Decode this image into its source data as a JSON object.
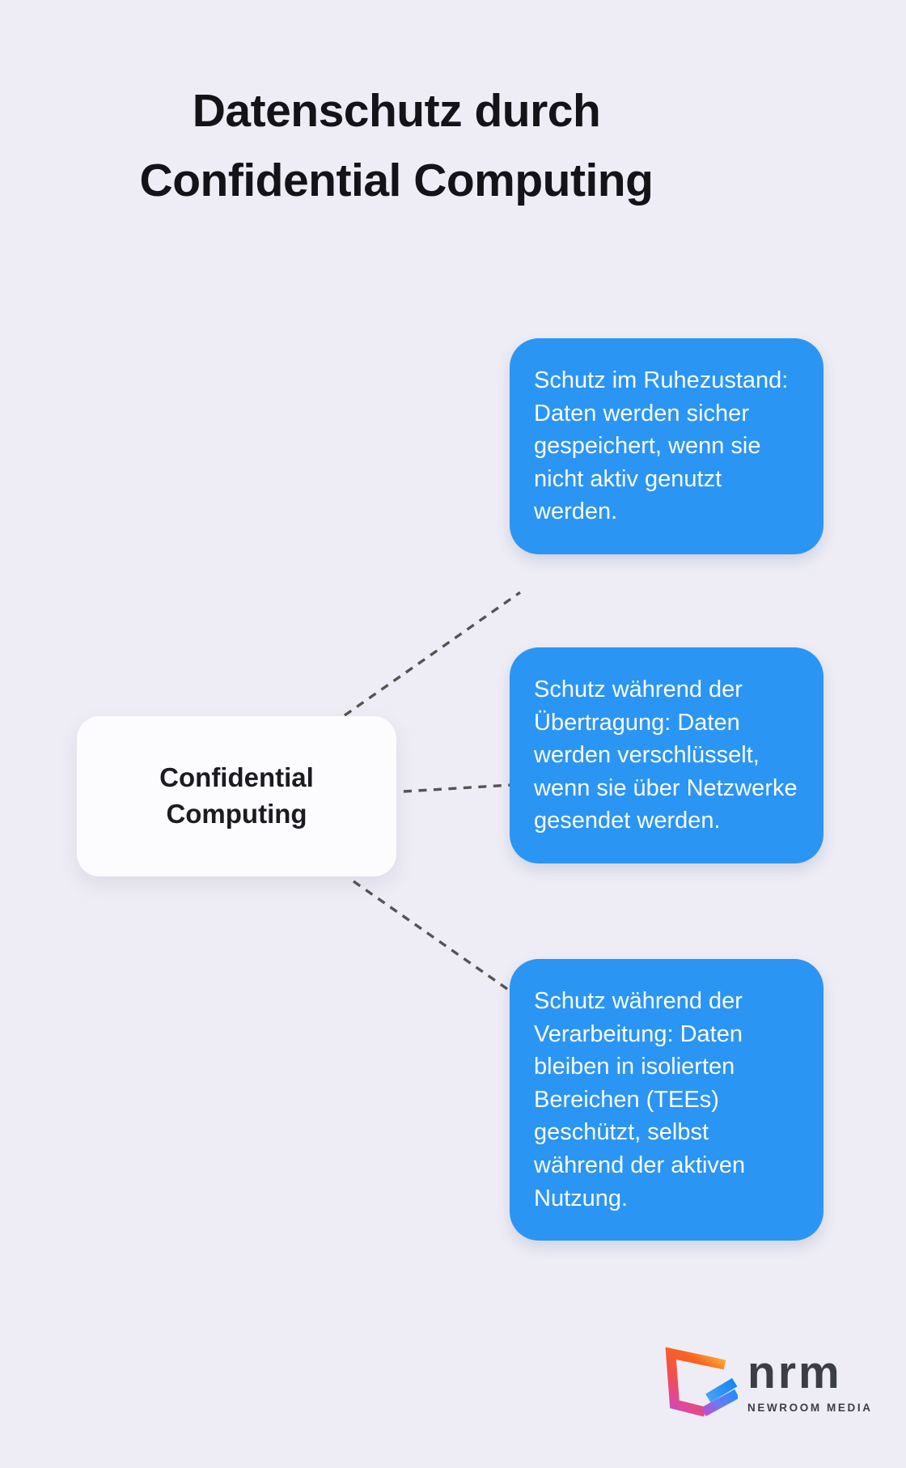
{
  "page": {
    "title": "Datenschutz durch Confidential Computing"
  },
  "mindmap": {
    "root": {
      "label": "Confidential Computing"
    },
    "branches": [
      {
        "text": "Schutz im Ruhezustand: Daten werden sicher gespeichert, wenn sie nicht aktiv genutzt werden."
      },
      {
        "text": "Schutz während der Übertragung: Daten werden verschlüsselt, wenn sie über Netzwerke gesendet werden."
      },
      {
        "text": "Schutz während der Verarbeitung: Daten bleiben in isolierten Bereichen (TEEs) geschützt, selbst während der aktiven Nutzung."
      }
    ]
  },
  "logo": {
    "brand": "nrm",
    "subtitle": "NEWROOM MEDIA",
    "icon": "newroom-media-g-icon"
  },
  "colors": {
    "background": "#eeedf5",
    "card_blue": "#2b95f3",
    "card_text": "#fafcfe",
    "node_fill": "#fcfbfe",
    "node_text": "#1b1b20",
    "title_text": "#131318",
    "connector": "#545454",
    "logo_text": "#3b3e44",
    "logo_gradient_warm": "#f8641f",
    "logo_gradient_yellow": "#fbc843",
    "logo_gradient_pink": "#e0489e",
    "logo_gradient_blue": "#1e8ff7"
  }
}
